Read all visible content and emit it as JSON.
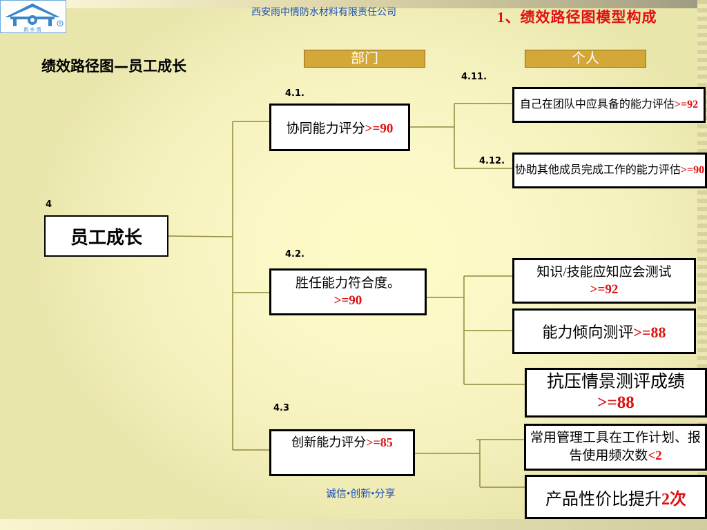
{
  "header": {
    "company": "西安雨中情防水材料有限责任公司",
    "slide_title": "1、绩效路径图模型构成",
    "logo_text": "雨 水 情"
  },
  "section_title": "绩效路径图—员工成长",
  "columns": {
    "department": "部门",
    "individual": "个人"
  },
  "root": {
    "id": "4",
    "label": "员工成长"
  },
  "branches": [
    {
      "id": "4.1.",
      "label": "协同能力评分",
      "target": ">=90",
      "children": [
        {
          "id": "4.11.",
          "label": "自己在团队中应具备的能力评估",
          "target": ">=92"
        },
        {
          "id": "4.12.",
          "label": "协助其他成员完成工作的能力评估",
          "target": ">=90"
        }
      ]
    },
    {
      "id": "4.2.",
      "label": "胜任能力符合度。",
      "target": ">=90",
      "children": [
        {
          "label": "知识/技能应知应会测试",
          "target": ">=92"
        },
        {
          "label": "能力倾向测评",
          "target": ">=88"
        },
        {
          "label": "抗压情景测评成绩",
          "target": ">=88"
        }
      ]
    },
    {
      "id": "4.3",
      "label": "创新能力评分",
      "target": ">=85",
      "children": [
        {
          "label": "常用管理工具在工作计划、报告使用频次数",
          "target": "<2"
        },
        {
          "label": "产品性价比提升",
          "target": "2次"
        }
      ]
    }
  ],
  "footer": "诚信•创新•分享",
  "colors": {
    "header_fill": "#d3a838",
    "accent_red": "#e01010",
    "company_blue": "#1f4fb6",
    "connector": "#8f8a3a"
  },
  "icons": [
    "house-logo-icon",
    "registered-mark-icon"
  ]
}
